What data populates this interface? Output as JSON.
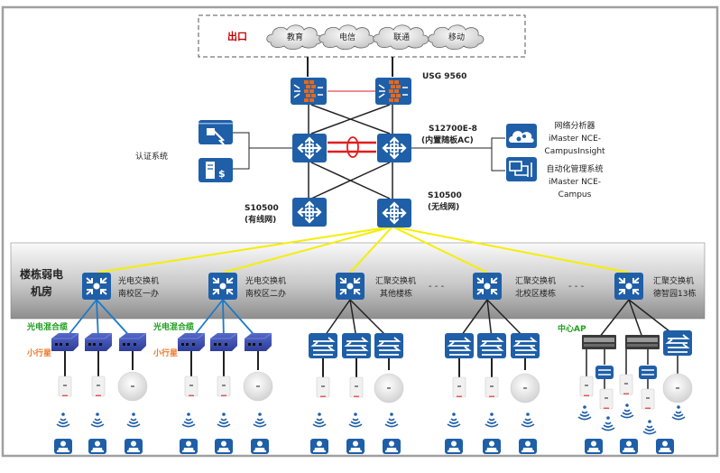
{
  "title": "校园网络拓扑图",
  "colors": {
    "device_blue": "#1f5fa8",
    "firewall_orange": "#e36a1f",
    "red_link": "#e11d1d",
    "yellow_link": "#f5ee00",
    "access_link_blue": "#1a7ac8",
    "green_label": "#21a021",
    "orange_label": "#ee7a2a",
    "exit_red": "#c00000",
    "frame_gray": "#a0a0a0"
  },
  "exit_zone": {
    "label": "出口",
    "isps": [
      "教育",
      "电信",
      "联通",
      "移动"
    ]
  },
  "core": {
    "firewall_label": "USG 9560",
    "core_switch_label_1": "S12700E-8",
    "core_switch_label_2": "(内置随板AC)",
    "auth_label": "认证系统",
    "wired_agg_label_1": "S10500",
    "wired_agg_label_2": "(有线网)",
    "wireless_agg_label_1": "S10500",
    "wireless_agg_label_2": "(无线网)"
  },
  "management": [
    {
      "icon": "cloud-gears-icon",
      "lines": [
        "网络分析器",
        "iMaster NCE-",
        "CampusInsight"
      ]
    },
    {
      "icon": "network-management-icon",
      "lines": [
        "自动化管理系统",
        "iMaster NCE-",
        "Campus"
      ]
    }
  ],
  "building_zone": {
    "label_1": "楼栋弱电",
    "label_2": "机房",
    "ellipsis": "- - -",
    "switches": [
      {
        "line1": "光电交换机",
        "line2": "南校区一办"
      },
      {
        "line1": "光电交换机",
        "line2": "南校区二办"
      },
      {
        "line1": "汇聚交换机",
        "line2": "其他楼栋"
      },
      {
        "line1": "汇聚交换机",
        "line2": "北校区楼栋"
      },
      {
        "line1": "汇聚交换机",
        "line2": "德智园13栋"
      }
    ]
  },
  "access_labels": {
    "hybrid_cable": "光电混合缆",
    "small_star": "小行星",
    "central_ap": "中心AP"
  }
}
